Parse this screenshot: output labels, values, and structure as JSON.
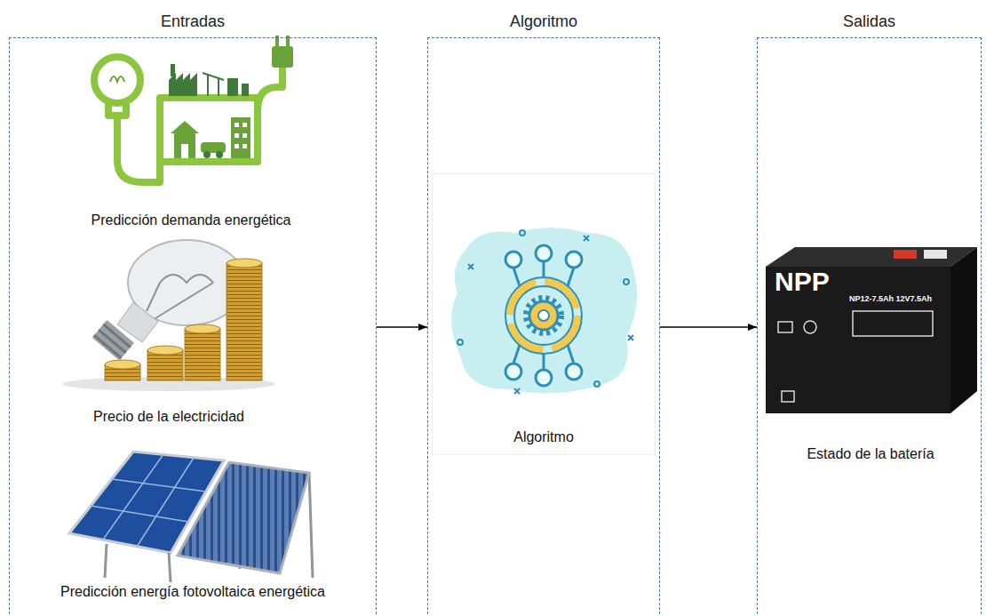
{
  "diagram": {
    "nodes": [
      {
        "text": [
          "Entradas"
        ]
      },
      {
        "text": [
          "Predicción demanda energética"
        ],
        "in": 0
      },
      {
        "text": [
          "Precio de la electricidad"
        ],
        "in": 0
      },
      {
        "text": [
          "Predicción energía fotovoltaica energética"
        ],
        "in": 0
      },
      {
        "text": [
          "Algoritmo"
        ]
      },
      {
        "text": [
          "Algoritmo"
        ],
        "in": 4
      },
      {
        "text": [
          "Salidas"
        ]
      },
      {
        "text": [
          "Estado de la batería"
        ],
        "in": 6
      }
    ],
    "edges": [
      {
        "from": 0,
        "to": 4,
        "arrow": "to"
      },
      {
        "from": 4,
        "to": 6,
        "arrow": "to"
      }
    ],
    "labels": [
      "NPP",
      "NP12-7.5Ah 12V7.5Ah"
    ]
  }
}
